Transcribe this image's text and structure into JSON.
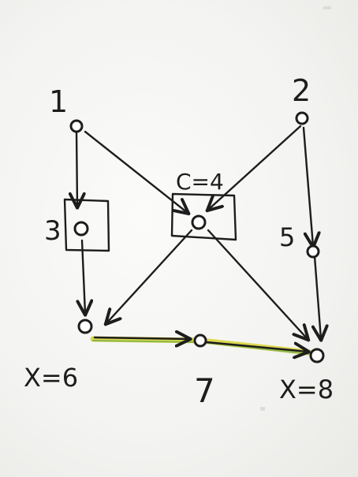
{
  "diagram": {
    "nodes": [
      {
        "id": "n1",
        "label": "1"
      },
      {
        "id": "n2",
        "label": "2"
      },
      {
        "id": "n3",
        "label": "3"
      },
      {
        "id": "nc",
        "label": "C=4"
      },
      {
        "id": "n5",
        "label": "5"
      },
      {
        "id": "n6",
        "label": "X=6"
      },
      {
        "id": "n7",
        "label": "7"
      },
      {
        "id": "n8",
        "label": "X=8"
      }
    ],
    "edges": [
      {
        "from": "1",
        "to": "3"
      },
      {
        "from": "3",
        "to": "X=6"
      },
      {
        "from": "1",
        "to": "C=4"
      },
      {
        "from": "2",
        "to": "C=4"
      },
      {
        "from": "2",
        "to": "5"
      },
      {
        "from": "5",
        "to": "X=8"
      },
      {
        "from": "C=4",
        "to": "X=6"
      },
      {
        "from": "C=4",
        "to": "X=8"
      },
      {
        "from": "X=6",
        "to": "7",
        "highlight": true
      },
      {
        "from": "7",
        "to": "X=8",
        "highlight": true
      }
    ],
    "colors": {
      "ink": "#1d1d1d",
      "highlight": "#d8d63a",
      "highlight_edge": "#6aa84f",
      "board": "#f6f6f4"
    }
  }
}
